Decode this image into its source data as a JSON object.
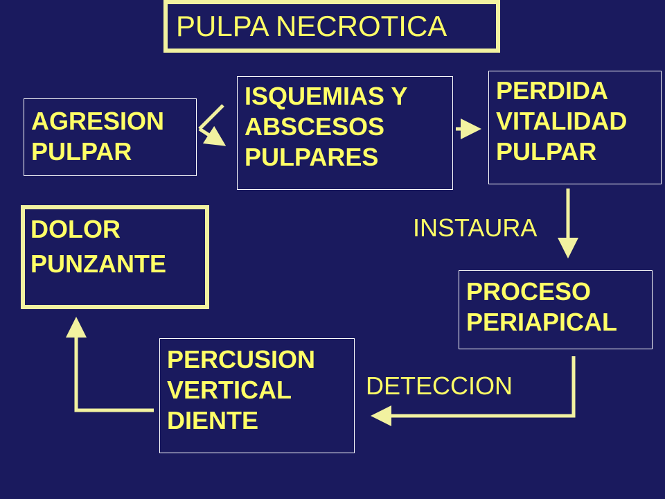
{
  "title": "PULPA NECROTICA",
  "nodes": {
    "agresion": [
      "AGRESION",
      "PULPAR"
    ],
    "isquemias": [
      "ISQUEMIAS Y",
      "ABSCESOS",
      "PULPARES"
    ],
    "perdida": [
      "PERDIDA",
      "VITALIDAD",
      "PULPAR"
    ],
    "proceso": [
      "PROCESO",
      "PERIAPICAL"
    ],
    "percusion": [
      "PERCUSION",
      "VERTICAL",
      "DIENTE"
    ],
    "dolor": [
      "DOLOR",
      "PUNZANTE"
    ]
  },
  "edge_labels": {
    "instaura": "INSTAURA",
    "deteccion": "DETECCION"
  },
  "colors": {
    "background": "#1a1a5e",
    "text": "#ffff66",
    "arrow": "#f2f2a0",
    "box_border": "#ffffff"
  }
}
